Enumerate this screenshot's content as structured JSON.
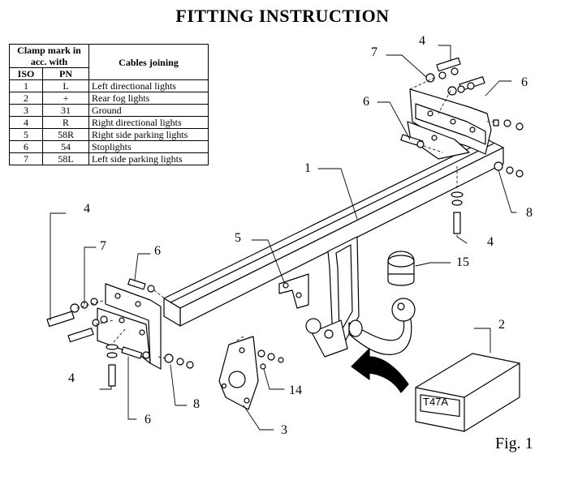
{
  "title": "FITTING INSTRUCTION",
  "figure_label": "Fig. 1",
  "table": {
    "header_clamp": "Clamp mark in acc. with",
    "header_iso": "ISO",
    "header_pn": "PN",
    "header_cables": "Cables joining",
    "rows": [
      {
        "iso": "1",
        "pn": "L",
        "cable": "Left directional lights"
      },
      {
        "iso": "2",
        "pn": "+",
        "cable": "Rear fog lights"
      },
      {
        "iso": "3",
        "pn": "31",
        "cable": "Ground"
      },
      {
        "iso": "4",
        "pn": "R",
        "cable": "Right directional lights"
      },
      {
        "iso": "5",
        "pn": "58R",
        "cable": "Right side parking lights"
      },
      {
        "iso": "6",
        "pn": "54",
        "cable": "Stoplights"
      },
      {
        "iso": "7",
        "pn": "58L",
        "cable": "Left side parking lights"
      }
    ]
  },
  "callouts": {
    "c1": "1",
    "c2": "2",
    "c3": "3",
    "c4a": "4",
    "c4b": "4",
    "c4c": "4",
    "c4d": "4",
    "c5": "5",
    "c6a": "6",
    "c6b": "6",
    "c6c": "6",
    "c6d": "6",
    "c7a": "7",
    "c7b": "7",
    "c8a": "8",
    "c8b": "8",
    "c14": "14",
    "c15": "15"
  },
  "box_label": "T47A"
}
